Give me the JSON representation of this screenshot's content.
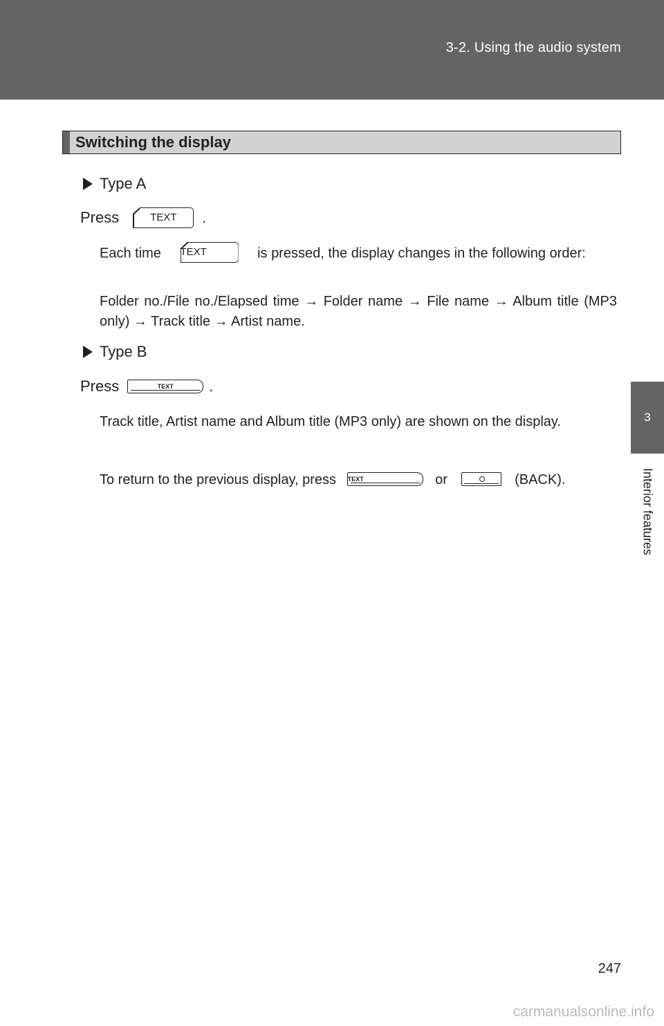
{
  "header": {
    "title": "3-2. Using the audio system"
  },
  "side_tab": {
    "number": "3",
    "label": "Interior features"
  },
  "section": {
    "heading": "Switching the display"
  },
  "type_a": {
    "label": "Type A",
    "press_prefix": "Press",
    "press_suffix": ".",
    "button_label": "TEXT",
    "para1_prefix": "Each time",
    "para1_suffix": "is pressed, the display changes in the following order:",
    "para2": "Folder no./File no./Elapsed time → Folder name → File name → Album title (MP3 only) → Track title → Artist name."
  },
  "type_b": {
    "label": "Type B",
    "press_prefix": "Press",
    "press_suffix": ".",
    "button_label": "TEXT",
    "para1": "Track title, Artist name and Album title (MP3 only) are shown on the display.",
    "para2_prefix": "To return to the previous display, press",
    "para2_middle": "or",
    "para2_suffix": "(BACK)."
  },
  "footer": {
    "page_number": "247",
    "watermark": "carmanualsonline.info"
  },
  "colors": {
    "band": "#646464",
    "heading_fill": "#d2d2d2",
    "text": "#231f20",
    "watermark": "#b9b9b9"
  }
}
